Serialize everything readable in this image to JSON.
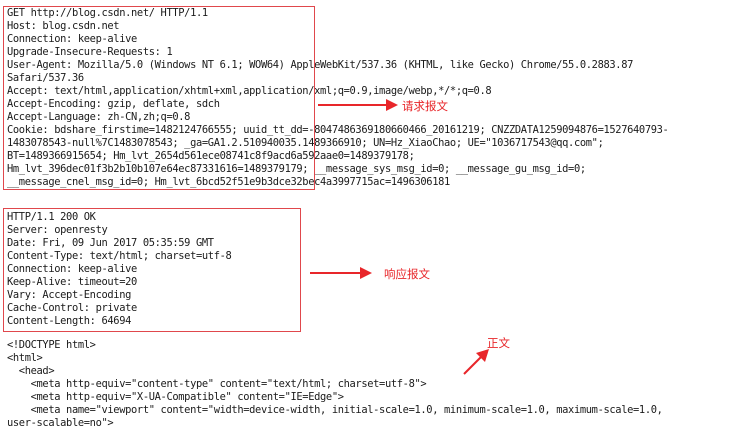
{
  "request": {
    "lines": [
      "GET http://blog.csdn.net/ HTTP/1.1",
      "Host: blog.csdn.net",
      "Connection: keep-alive",
      "Upgrade-Insecure-Requests: 1",
      "User-Agent: Mozilla/5.0 (Windows NT 6.1; WOW64) AppleWebKit/537.36 (KHTML, like Gecko) Chrome/55.0.2883.87",
      "Safari/537.36",
      "Accept: text/html,application/xhtml+xml,application/xml;q=0.9,image/webp,*/*;q=0.8",
      "Accept-Encoding: gzip, deflate, sdch",
      "Accept-Language: zh-CN,zh;q=0.8",
      "Cookie: bdshare_firstime=1482124766555; uuid_tt_dd=-8047486369180660466_20161219; CNZZDATA1259094876=1527640793-",
      "1483078543-null%7C1483078543; _ga=GA1.2.510940035.1489366910; UN=Hz_XiaoChao; UE=\"1036717543@qq.com\";",
      "BT=1489366915654; Hm_lvt_2654d561ece08741c8f9acd6a592aae0=1489379178;",
      "Hm_lvt_396dec01f3b2b10b107e64ec87331616=1489379179; __message_sys_msg_id=0; __message_gu_msg_id=0;",
      "__message_cnel_msg_id=0; Hm_lvt_6bcd52f51e9b3dce32bec4a3997715ac=1496306181"
    ],
    "annotation": "请求报文"
  },
  "response": {
    "lines": [
      "HTTP/1.1 200 OK",
      "Server: openresty",
      "Date: Fri, 09 Jun 2017 05:35:59 GMT",
      "Content-Type: text/html; charset=utf-8",
      "Connection: keep-alive",
      "Keep-Alive: timeout=20",
      "Vary: Accept-Encoding",
      "Cache-Control: private",
      "Content-Length: 64694"
    ],
    "annotation": "响应报文"
  },
  "body": {
    "lines": [
      "<!DOCTYPE html>",
      "<html>",
      "  <head>",
      "    <meta http-equiv=\"content-type\" content=\"text/html; charset=utf-8\">",
      "    <meta http-equiv=\"X-UA-Compatible\" content=\"IE=Edge\">",
      "    <meta name=\"viewport\" content=\"width=device-width, initial-scale=1.0, minimum-scale=1.0, maximum-scale=1.0,",
      "user-scalable=no\">"
    ],
    "annotation": "正文"
  },
  "colors": {
    "annotation": "#e8262a",
    "box": "#e0474c",
    "text": "#1a1a1a"
  }
}
